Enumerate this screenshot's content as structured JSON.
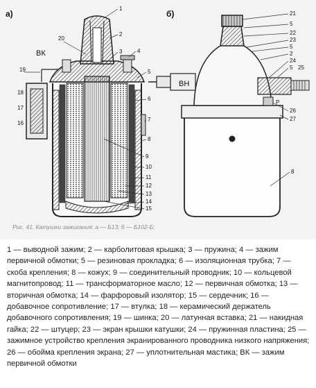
{
  "figure": {
    "panel_a_label": "а)",
    "panel_b_label": "б)",
    "caption": "Рис. 41. Катушки зажигания: а — Б13; б — Б102-Б;",
    "vk_label": "ВК",
    "vn_label": "ВН",
    "p_label": "Р",
    "callouts_a": {
      "n1": "1",
      "n2": "2",
      "n3": "3",
      "n4": "4",
      "n5": "5",
      "n6": "6",
      "n7": "7",
      "n8": "8",
      "n9": "9",
      "n10": "10",
      "n11": "11",
      "n12": "12",
      "n13": "13",
      "n14": "14",
      "n15": "15",
      "n16": "16",
      "n17": "17",
      "n18": "18",
      "n19": "19",
      "n20": "20"
    },
    "callouts_b": {
      "n21": "21",
      "n5a": "5",
      "n22": "22",
      "n23": "23",
      "n5b": "5",
      "n2": "2",
      "n24": "24",
      "n5c": "5",
      "n25": "25",
      "n26": "26",
      "n27": "27",
      "n8": "8"
    }
  },
  "legend": {
    "text": "1 — выводной зажим; 2 — карболитовая крышка; 3 — пружина; 4 — зажим первичной обмотки; 5 — резиновая прокладка; 6 — изоляционная трубка; 7 — скоба крепления; 8 — кожух; 9 — соединительный проводник; 10 — кольцевой магнитопровод; 11 — трансформаторное масло; 12 — первичная обмотка; 13 — вторичная обмотка; 14 — фарфоровый изолятор; 15 — сердечник; 16 — добавочное сопротивление; 17 — втулка; 18 — керамический держатель добавочного сопротивления; 19 — шинка; 20 — латунная вставка; 21 — накидная гайка; 22 — штуцер; 23 — экран крышки катушки; 24 — пружинная пластина; 25 — зажимное устройство крепления экранированного проводника низкого напряжения; 26 — обойма крепления экрана; 27 — уплотнительная мастика; ВК — зажим первичной обмотки"
  }
}
